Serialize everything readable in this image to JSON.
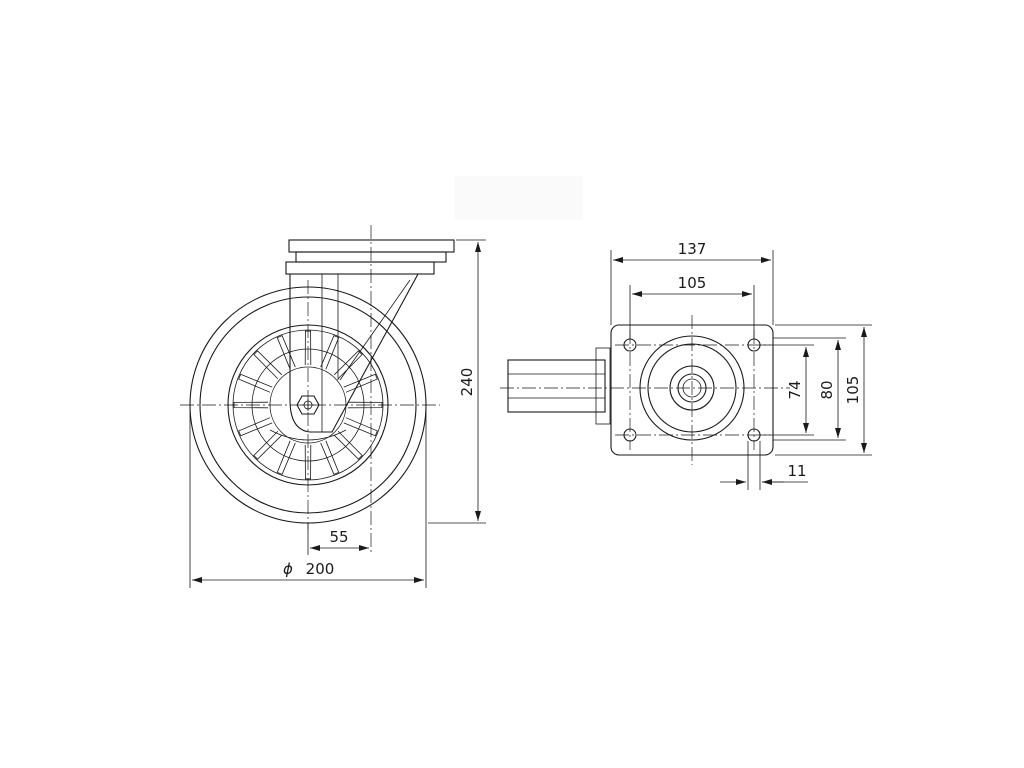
{
  "side_view": {
    "height_label": "240",
    "offset_label": "55",
    "diameter_symbol": "ϕ",
    "diameter_label": "200"
  },
  "top_view": {
    "plate_width_label": "137",
    "hole_spacing_x_label": "105",
    "hole_spacing_y_label": "74",
    "hole_spacing_y2_label": "80",
    "plate_depth_label": "105",
    "hole_diameter_label": "11"
  }
}
